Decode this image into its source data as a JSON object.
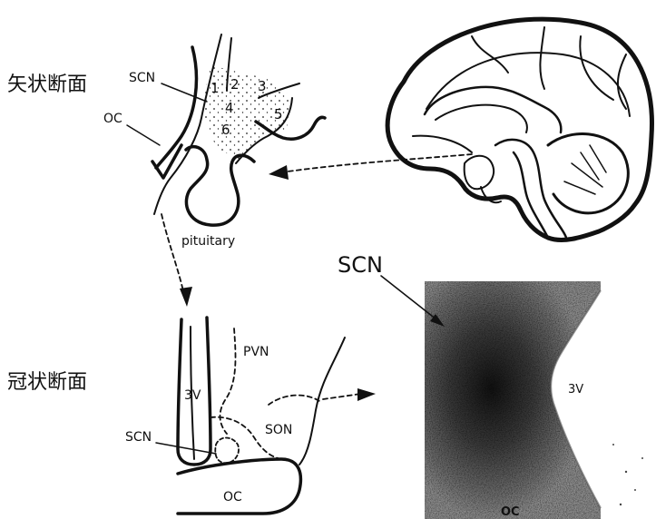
{
  "headings": {
    "sagittal": "矢状断面",
    "coronal": "冠状断面"
  },
  "sagittal_labels": {
    "scn": "SCN",
    "oc": "OC",
    "pituitary": "pituitary",
    "regions": [
      "1",
      "2",
      "3",
      "4",
      "5",
      "6"
    ]
  },
  "coronal_labels": {
    "pvn": "PVN",
    "third_ventricle": "3V",
    "scn": "SCN",
    "son": "SON",
    "oc": "OC"
  },
  "micrograph_labels": {
    "scn": "SCN",
    "third_ventricle": "3V",
    "oc": "OC"
  }
}
